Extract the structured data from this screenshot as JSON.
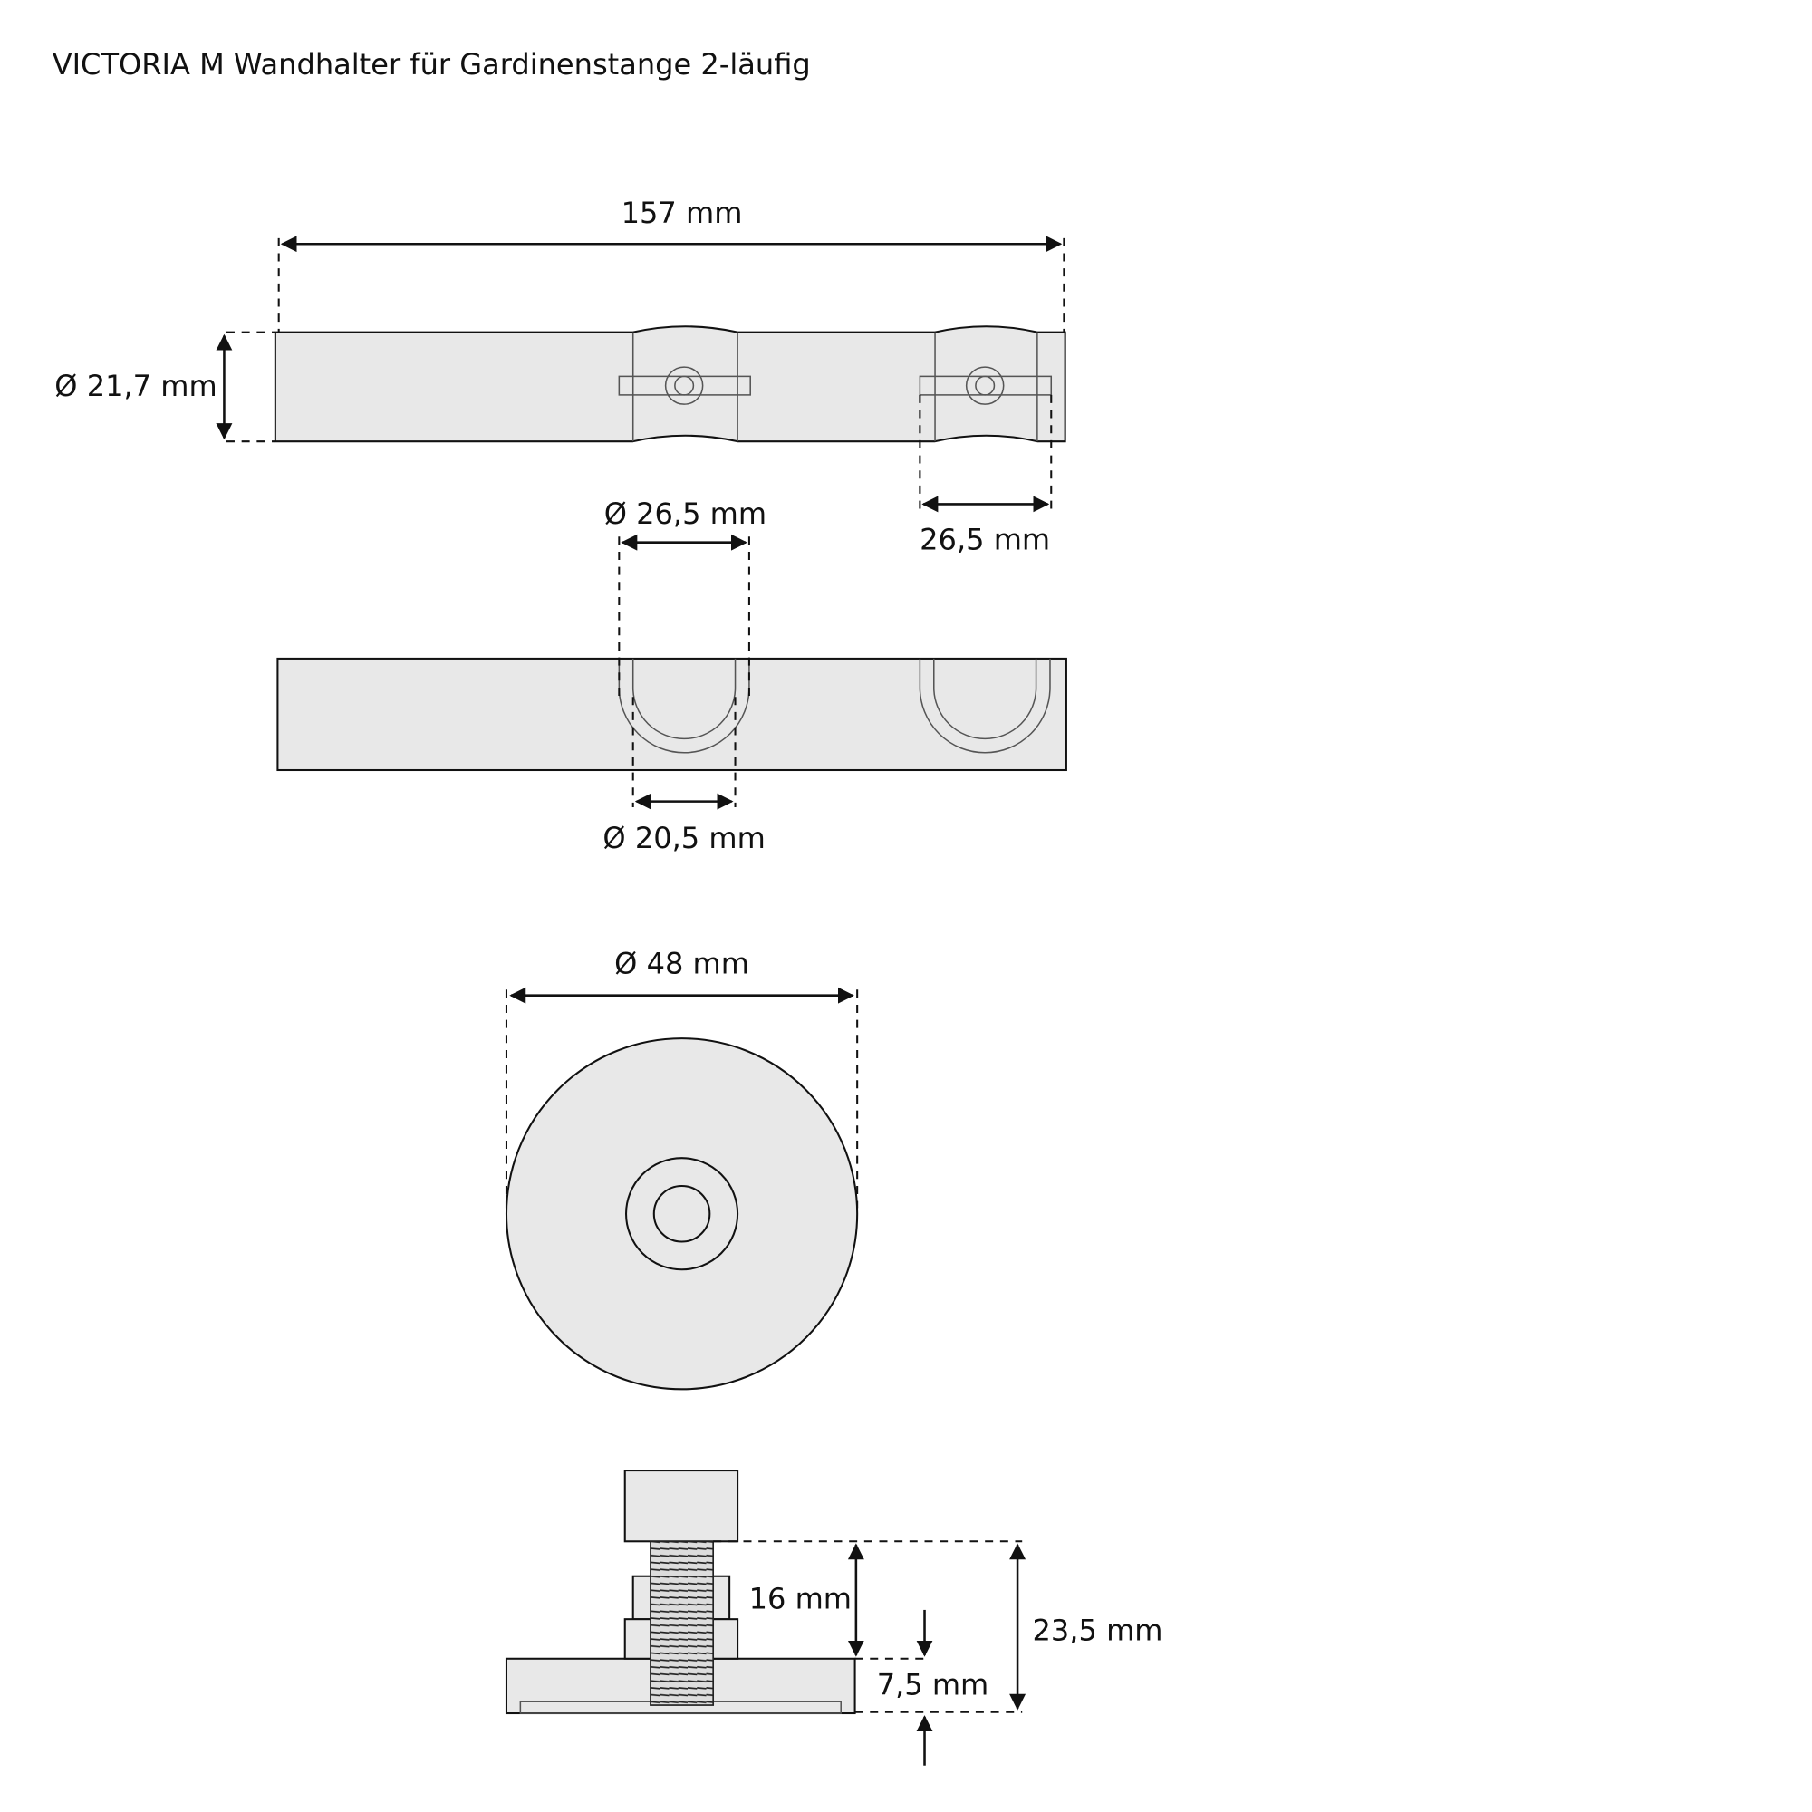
{
  "title": "VICTORIA M Wandhalter für Gardinenstange 2-läufig",
  "dimensions": {
    "length": "157 mm",
    "height_diameter": "Ø 21,7 mm",
    "slot_outer": "Ø 26,5 mm",
    "slot_width": "26,5 mm",
    "slot_inner": "Ø 20,5 mm",
    "base_diameter": "Ø 48 mm",
    "thread_length": "16 mm",
    "base_height": "7,5 mm",
    "total_height": "23,5 mm"
  },
  "colors": {
    "part_fill": "#e8e8e8",
    "line": "#111111"
  }
}
